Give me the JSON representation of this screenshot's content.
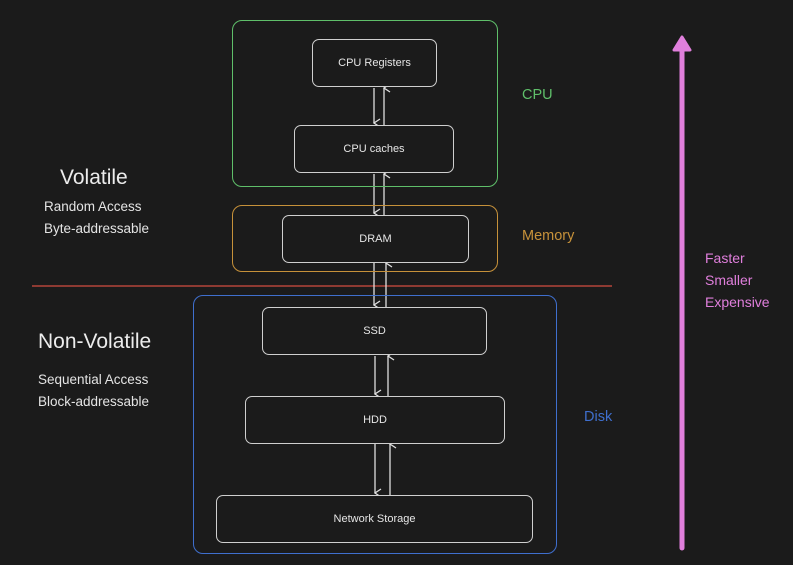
{
  "colors": {
    "background": "#1b1b1b",
    "cpu": "#5fbf6a",
    "memory": "#c6913a",
    "disk": "#3f6fce",
    "divider": "#b5453b",
    "axis": "#e07fdc",
    "node_border": "#cfcfcf"
  },
  "groups": {
    "cpu": {
      "label": "CPU"
    },
    "memory": {
      "label": "Memory"
    },
    "disk": {
      "label": "Disk"
    }
  },
  "nodes": {
    "cpu_registers": "CPU Registers",
    "cpu_caches": "CPU caches",
    "dram": "DRAM",
    "ssd": "SSD",
    "hdd": "HDD",
    "network_storage": "Network Storage"
  },
  "volatile": {
    "title": "Volatile",
    "line1": "Random Access",
    "line2": "Byte-addressable"
  },
  "non_volatile": {
    "title": "Non-Volatile",
    "line1": "Sequential Access",
    "line2": "Block-addressable"
  },
  "axis": {
    "line1": "Faster",
    "line2": "Smaller",
    "line3": "Expensive",
    "direction": "up"
  }
}
